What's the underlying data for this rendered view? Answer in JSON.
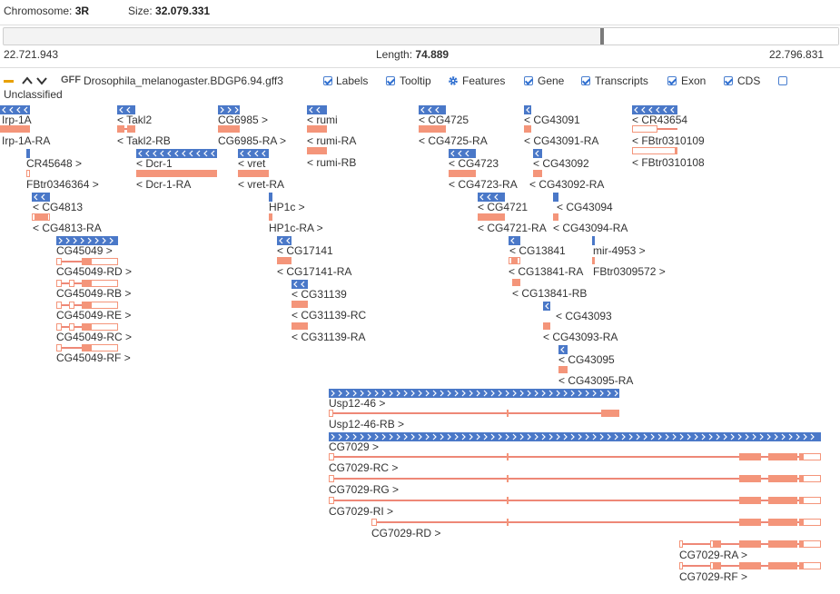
{
  "header": {
    "chromosome_label": "Chromosome:",
    "chromosome": "3R",
    "size_label": "Size:",
    "size": "32.079.331"
  },
  "ruler": {
    "start": "22.721.943",
    "end": "22.796.831",
    "length_label": "Length:",
    "length": "74.889"
  },
  "track": {
    "collapse_icon": "minus-icon",
    "type": "GFF",
    "file": "Drosophila_melanogaster.BDGP6.94.gff3",
    "options": [
      {
        "label": "Labels",
        "checked": true
      },
      {
        "label": "Tooltip",
        "checked": true
      },
      {
        "label": "Features",
        "icon": "gear-icon"
      },
      {
        "label": "Gene",
        "checked": true
      },
      {
        "label": "Transcripts",
        "checked": true
      },
      {
        "label": "Exon",
        "checked": true
      },
      {
        "label": "CDS",
        "checked": true
      },
      {
        "label": "",
        "checked": false
      }
    ],
    "unclassified": "Unclassified"
  },
  "colors": {
    "gene": "#4a78c8",
    "exon": "#f4957a",
    "intron": "#e8604a",
    "utr_border": "#f4957a"
  },
  "genes": [
    {
      "label": "Irp-1A",
      "strand": "-",
      "transcripts": [
        {
          "label": "Irp-1A-RA"
        }
      ]
    },
    {
      "label": "CR45648 >",
      "strand": "+",
      "transcripts": [
        {
          "label": "FBtr0346364 >"
        }
      ]
    },
    {
      "label": "< CG4813",
      "strand": "-",
      "transcripts": [
        {
          "label": "< CG4813-RA"
        }
      ]
    },
    {
      "label": "CG45049 >",
      "strand": "+",
      "transcripts": [
        {
          "label": "CG45049-RD >"
        },
        {
          "label": "CG45049-RB >"
        },
        {
          "label": "CG45049-RE >"
        },
        {
          "label": "CG45049-RC >"
        },
        {
          "label": "CG45049-RF >"
        }
      ]
    },
    {
      "label": "< Takl2",
      "strand": "-",
      "transcripts": [
        {
          "label": "< Takl2-RB"
        }
      ]
    },
    {
      "label": "< Dcr-1",
      "strand": "-",
      "transcripts": [
        {
          "label": "< Dcr-1-RA"
        }
      ]
    },
    {
      "label": "CG6985 >",
      "strand": "+",
      "transcripts": [
        {
          "label": "CG6985-RA >"
        }
      ]
    },
    {
      "label": "< vret",
      "strand": "-",
      "transcripts": [
        {
          "label": "< vret-RA"
        }
      ]
    },
    {
      "label": "HP1c >",
      "strand": "+",
      "transcripts": [
        {
          "label": "HP1c-RA >"
        }
      ]
    },
    {
      "label": "< CG17141",
      "strand": "-",
      "transcripts": [
        {
          "label": "< CG17141-RA"
        }
      ]
    },
    {
      "label": "< CG31139",
      "strand": "-",
      "transcripts": [
        {
          "label": "< CG31139-RC"
        },
        {
          "label": "< CG31139-RA"
        }
      ]
    },
    {
      "label": "< rumi",
      "strand": "-",
      "transcripts": [
        {
          "label": "< rumi-RA"
        },
        {
          "label": "< rumi-RB"
        }
      ]
    },
    {
      "label": "< CG4725",
      "strand": "-",
      "transcripts": [
        {
          "label": "< CG4725-RA"
        }
      ]
    },
    {
      "label": "< CG4723",
      "strand": "-",
      "transcripts": [
        {
          "label": "< CG4723-RA"
        }
      ]
    },
    {
      "label": "< CG4721",
      "strand": "-",
      "transcripts": [
        {
          "label": "< CG4721-RA"
        }
      ]
    },
    {
      "label": "< CG13841",
      "strand": "-",
      "transcripts": [
        {
          "label": "< CG13841-RA"
        },
        {
          "label": "< CG13841-RB"
        }
      ]
    },
    {
      "label": "< CG43091",
      "strand": "-",
      "transcripts": [
        {
          "label": "< CG43091-RA"
        }
      ]
    },
    {
      "label": "< CG43092",
      "strand": "-",
      "transcripts": [
        {
          "label": "< CG43092-RA"
        }
      ]
    },
    {
      "label": "< CG43094",
      "strand": "-",
      "transcripts": [
        {
          "label": "< CG43094-RA"
        }
      ]
    },
    {
      "label": "mir-4953 >",
      "strand": "+",
      "transcripts": [
        {
          "label": "FBtr0309572 >"
        }
      ]
    },
    {
      "label": "< CG43093",
      "strand": "-",
      "transcripts": [
        {
          "label": "< CG43093-RA"
        }
      ]
    },
    {
      "label": "< CG43095",
      "strand": "-",
      "transcripts": [
        {
          "label": "< CG43095-RA"
        }
      ]
    },
    {
      "label": "< CR43654",
      "strand": "-",
      "transcripts": [
        {
          "label": "< FBtr0310109"
        },
        {
          "label": "< FBtr0310108"
        }
      ]
    },
    {
      "label": "Usp12-46 >",
      "strand": "+",
      "transcripts": [
        {
          "label": "Usp12-46-RB >"
        }
      ]
    },
    {
      "label": "CG7029 >",
      "strand": "+",
      "transcripts": [
        {
          "label": "CG7029-RC >"
        },
        {
          "label": "CG7029-RG >"
        },
        {
          "label": "CG7029-RI >"
        },
        {
          "label": "CG7029-RD >"
        },
        {
          "label": "CG7029-RA >"
        },
        {
          "label": "CG7029-RF >"
        }
      ]
    }
  ]
}
